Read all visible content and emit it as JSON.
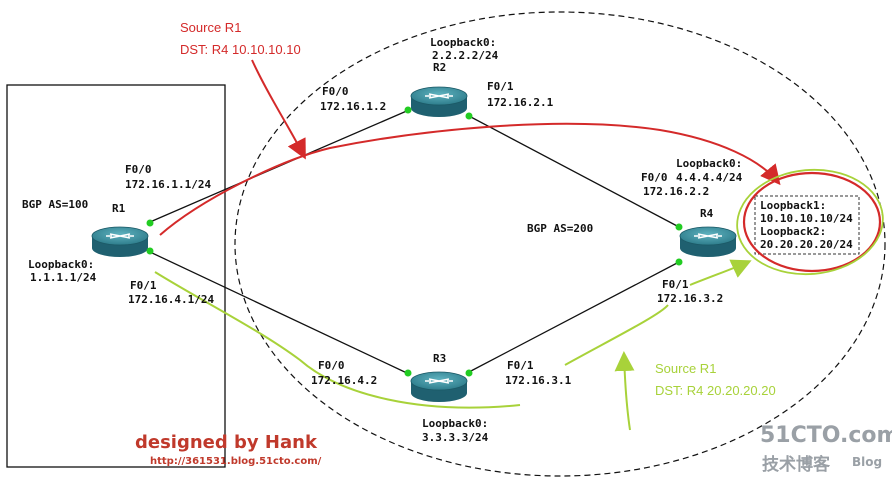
{
  "colors": {
    "red": "#d42a2a",
    "green": "#a8d23a",
    "router": "#2e7d8c",
    "port": "#22cc22",
    "brand_red": "#c0392b",
    "watermark": "#9aa0a6"
  },
  "annotations": {
    "top_source": "Source R1",
    "top_dst": "DST: R4 10.10.10.10",
    "bottom_source": "Source R1",
    "bottom_dst": "DST: R4 20.20.20.20"
  },
  "as_labels": {
    "left": "BGP AS=100",
    "center": "BGP AS=200"
  },
  "routers": {
    "r1": {
      "name": "R1",
      "loopback_title": "Loopback0:",
      "loopback_ip": "1.1.1.1/24"
    },
    "r2": {
      "name": "R2",
      "loopback_title": "Loopback0:",
      "loopback_ip": "2.2.2.2/24"
    },
    "r3": {
      "name": "R3",
      "loopback_title": "Loopback0:",
      "loopback_ip": "3.3.3.3/24"
    },
    "r4": {
      "name": "R4",
      "loopback_title": "Loopback0:",
      "loopback_ip": "4.4.4.4/24",
      "extra": {
        "lb1_title": "Loopback1:",
        "lb1_ip": "10.10.10.10/24",
        "lb2_title": "Loopback2:",
        "lb2_ip": "20.20.20.20/24"
      }
    }
  },
  "interfaces": {
    "r1_f00": {
      "name": "F0/0",
      "ip": "172.16.1.1/24"
    },
    "r1_f01": {
      "name": "F0/1",
      "ip": "172.16.4.1/24"
    },
    "r2_f00": {
      "name": "F0/0",
      "ip": "172.16.1.2"
    },
    "r2_f01": {
      "name": "F0/1",
      "ip": "172.16.2.1"
    },
    "r3_f00": {
      "name": "F0/0",
      "ip": "172.16.4.2"
    },
    "r3_f01": {
      "name": "F0/1",
      "ip": "172.16.3.1"
    },
    "r4_f00": {
      "name": "F0/0",
      "ip": "172.16.2.2"
    },
    "r4_f01": {
      "name": "F0/1",
      "ip": "172.16.3.2"
    }
  },
  "branding": {
    "designer": "designed by Hank",
    "url": "http://361531.blog.51cto.com/",
    "site": "51CTO.com",
    "site_sub": "技术博客",
    "site_blog": "Blog"
  }
}
